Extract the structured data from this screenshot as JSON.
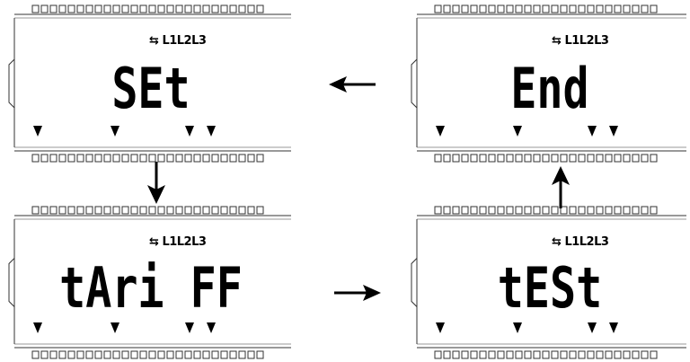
{
  "panels": {
    "set": {
      "label": "SEt"
    },
    "end": {
      "label": "End"
    },
    "tariff": {
      "label": "tAri FF"
    },
    "test": {
      "label": "tESt"
    }
  },
  "indicator": {
    "text": "L1L2L3"
  },
  "colors": {
    "segment": "#000000",
    "frame": "#333333",
    "background": "#ffffff"
  },
  "flow": [
    "SEt",
    "tAri FF",
    "tESt",
    "End",
    "SEt"
  ]
}
